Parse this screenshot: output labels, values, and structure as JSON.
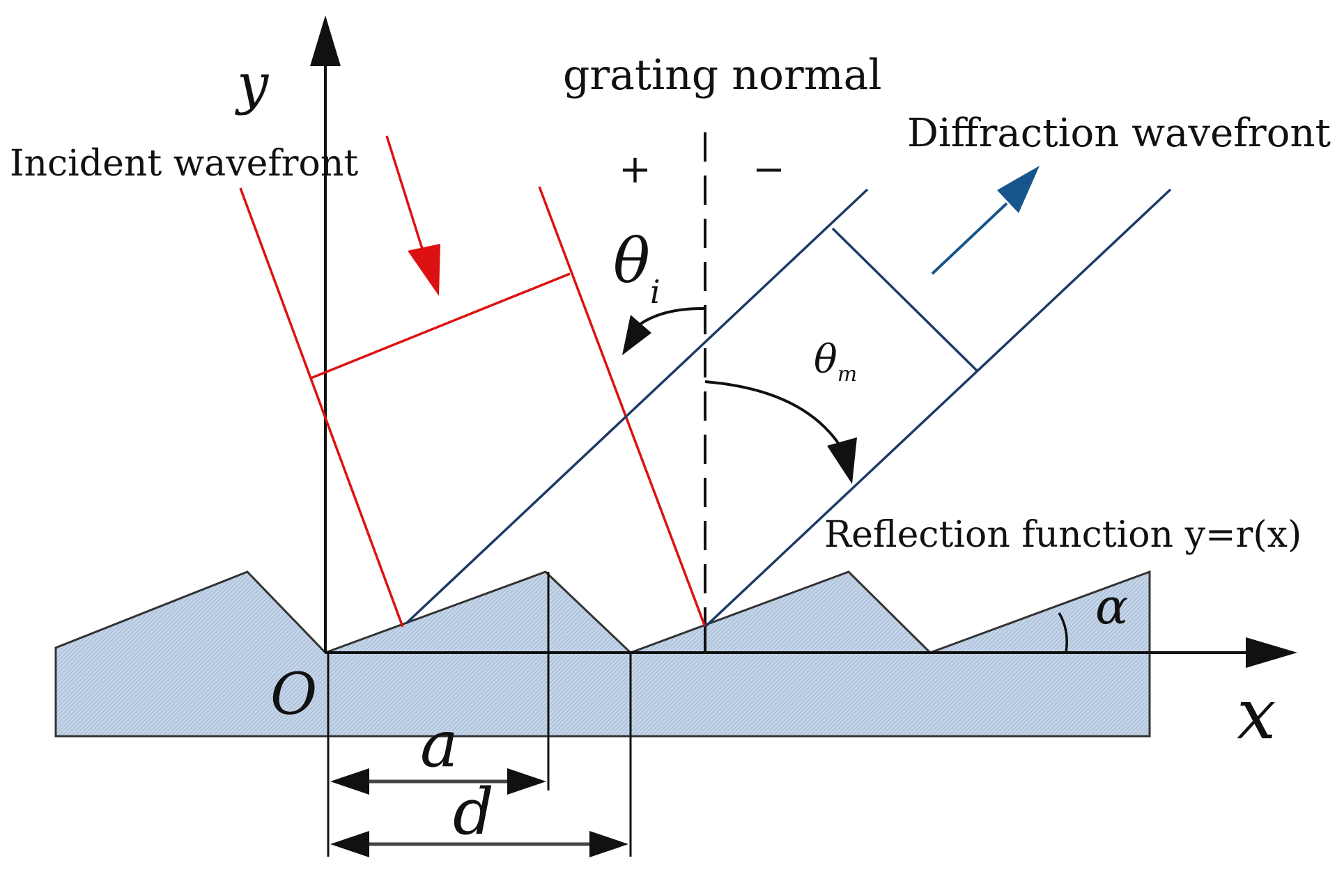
{
  "labels": {
    "y_axis": "y",
    "x_axis": "x",
    "origin": "O",
    "grating_normal": "grating normal",
    "incident_wavefront": "Incident wavefront",
    "diffraction_wavefront": "Diffraction wavefront",
    "reflection_function": "Reflection function y=r(x)",
    "theta": "θ",
    "theta_i_sub": "i",
    "theta_m_sub": "m",
    "plus": "+",
    "minus": "−",
    "alpha": "α",
    "a": "a",
    "d": "d"
  },
  "colors": {
    "incident": "#dd1111",
    "diffraction": "#1d3a66",
    "diffraction_arrow": "#17558c",
    "grating_fill": "#c5d5e8",
    "line": "#111111"
  }
}
